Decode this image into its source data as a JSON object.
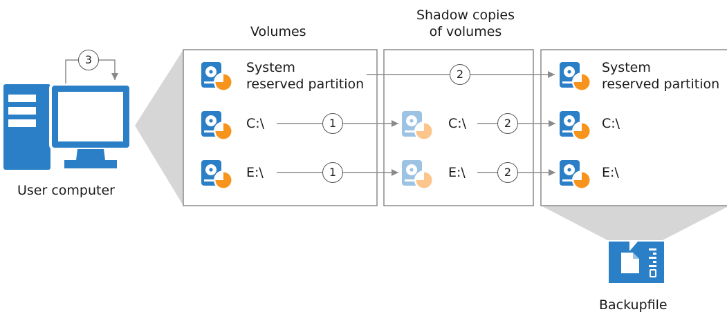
{
  "headers": {
    "volumes": "Volumes",
    "shadow_line1": "Shadow copies",
    "shadow_line2": "of volumes"
  },
  "computer": {
    "label": "User computer",
    "badge": "3"
  },
  "volumes": [
    {
      "name_line1": "System",
      "name_line2": "reserved partition"
    },
    {
      "name": "C:\\"
    },
    {
      "name": "E:\\"
    }
  ],
  "shadow_copies": [
    {
      "name": "C:\\"
    },
    {
      "name": "E:\\"
    }
  ],
  "backup_volumes": [
    {
      "name_line1": "System",
      "name_line2": "reserved partition"
    },
    {
      "name": "C:\\"
    },
    {
      "name": "E:\\"
    }
  ],
  "steps": {
    "system_to_backup": "2",
    "c_to_shadow": "1",
    "e_to_shadow": "1",
    "c_shadow_to_backup": "2",
    "e_shadow_to_backup": "2"
  },
  "backup_file": {
    "label": "Backupfile"
  },
  "colors": {
    "blue": "#2a7fc6",
    "orange": "#f7941d",
    "faded_blue": "#9cc3e4",
    "faded_orange": "#fbc58b",
    "gray_panel": "#d6d6d6",
    "frame": "#8a8a8a"
  }
}
